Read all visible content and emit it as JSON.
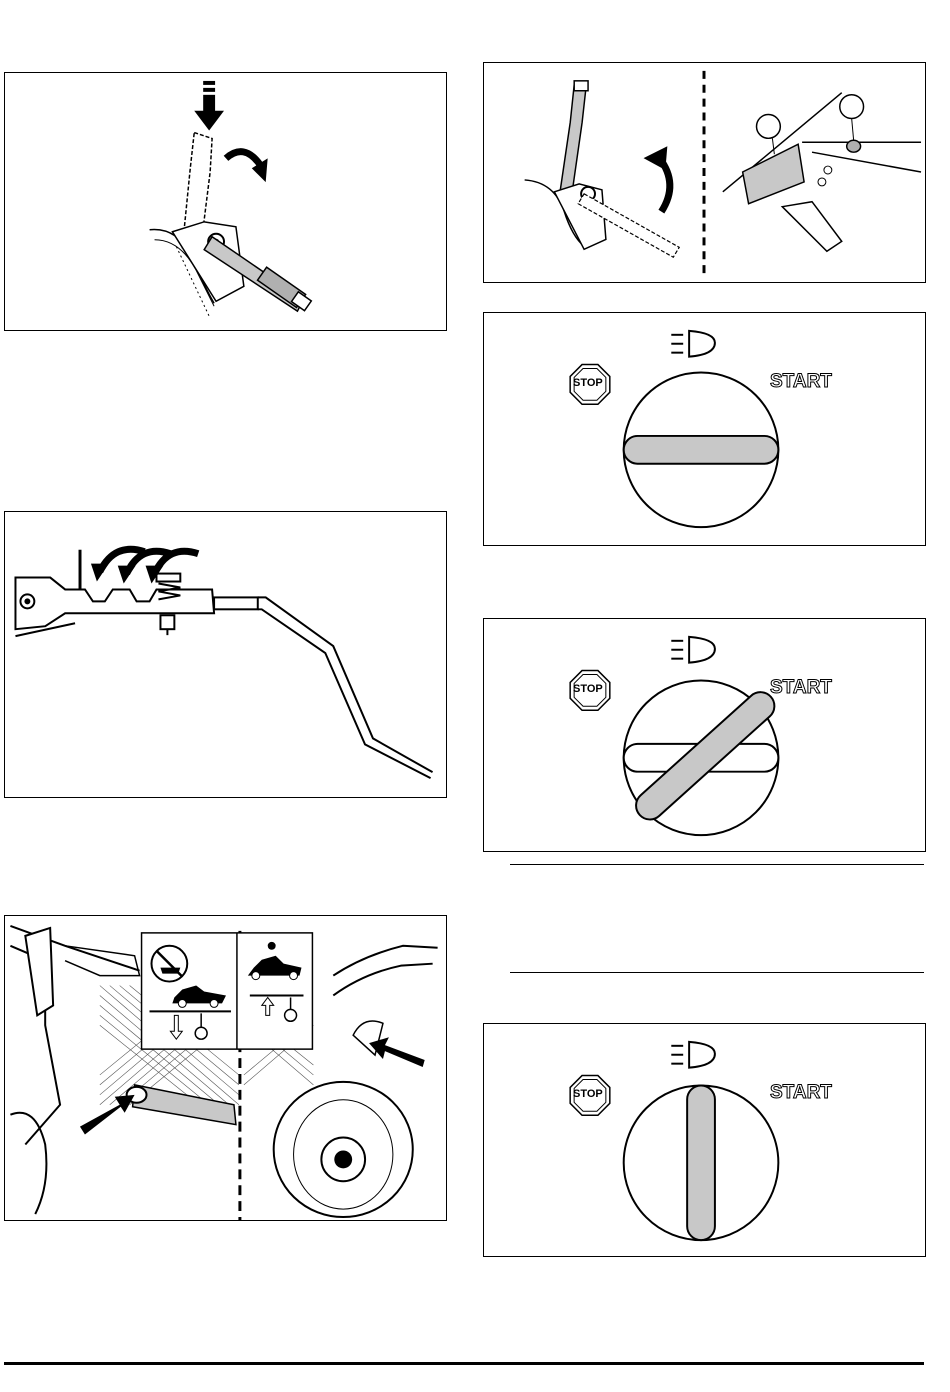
{
  "ignition_labels": {
    "stop": "STOP",
    "start": "START"
  },
  "figures": [
    {
      "name": "parking-brake-engage",
      "description": "lever pushed down and forward"
    },
    {
      "name": "parking-brake-release",
      "description": "lever raised with callouts"
    },
    {
      "name": "cutting-height-linkage"
    },
    {
      "name": "mower-deck-lift-points"
    },
    {
      "name": "ignition-stop"
    },
    {
      "name": "ignition-lights"
    },
    {
      "name": "ignition-start"
    }
  ],
  "colors": {
    "grey": "#c8c8c8",
    "line": "#000000"
  }
}
